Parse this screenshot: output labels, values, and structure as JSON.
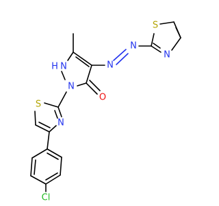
{
  "molecule": {
    "atoms": {
      "methyl": "",
      "nh": "N",
      "nh_h": "H",
      "n_pyrazole": "N",
      "o_carbonyl": "O",
      "n_azo_1": "N",
      "n_azo_2": "N",
      "s_thiazole_top": "S",
      "n_thiazole_top": "N",
      "s_thiazole_mid": "S",
      "n_thiazole_mid": "N",
      "cl": "Cl"
    }
  },
  "colors": {
    "nitrogen": "#2233ee",
    "oxygen": "#ee1111",
    "sulfur": "#b3a400",
    "chlorine": "#22bb22",
    "bond": "#000000",
    "background": "#ffffff"
  }
}
